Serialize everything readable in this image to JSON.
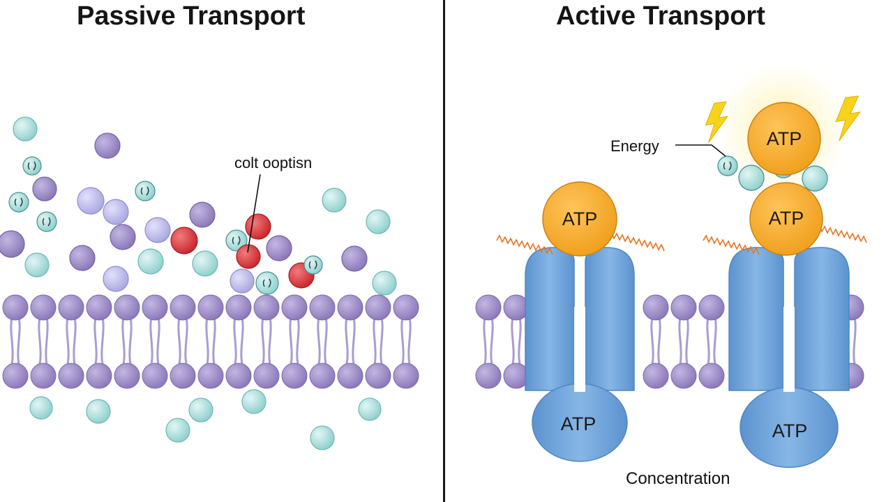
{
  "panels": {
    "passive": {
      "title": "Passive Transport",
      "callout": "colt ooptisn"
    },
    "active": {
      "title": "Active Transport",
      "energy_label": "Energy",
      "atp_label": "ATP",
      "bottom_label": "Concentration"
    }
  },
  "colors": {
    "lipid_head": "#9b8ac4",
    "lipid_tail": "#a99cd0",
    "teal_molecule": "#9fd8d6",
    "purple_molecule": "#9a88c4",
    "lavender_molecule": "#b9b8ea",
    "red_molecule": "#d9363b",
    "atp": "#f5a623",
    "protein": "#6fa3d8",
    "energy_spark": "#f7d31c"
  },
  "icons": [
    "lightning-bolt-icon",
    "lightning-bolt-icon"
  ]
}
